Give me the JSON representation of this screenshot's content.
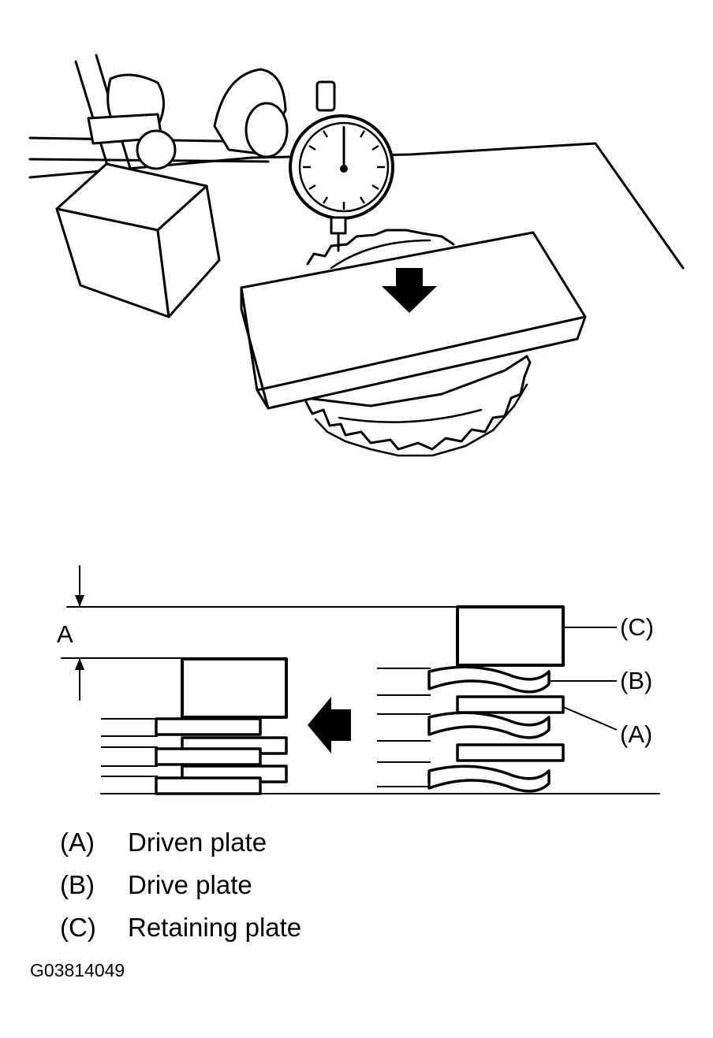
{
  "diagram": {
    "dimension_label": "A",
    "callouts": {
      "c": "(C)",
      "b": "(B)",
      "a": "(A)"
    }
  },
  "legend": [
    {
      "key": "(A)",
      "text": "Driven plate"
    },
    {
      "key": "(B)",
      "text": "Drive plate"
    },
    {
      "key": "(C)",
      "text": "Retaining plate"
    }
  ],
  "figure_code": "G03814049",
  "colors": {
    "line": "#000000",
    "background": "#ffffff"
  }
}
